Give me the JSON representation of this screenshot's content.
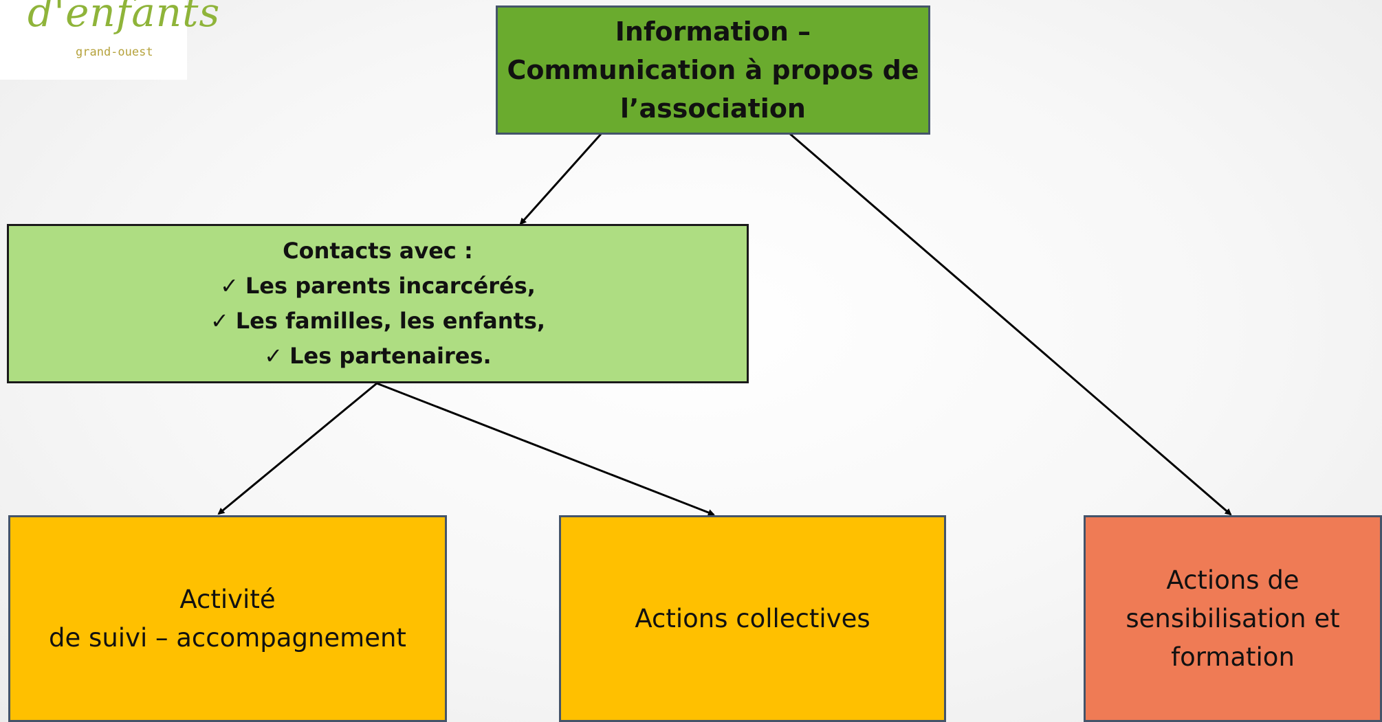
{
  "logo": {
    "script_text": "d'enfants",
    "sub_text": "grand-ouest"
  },
  "top_box": {
    "lines": [
      "Information –",
      "Communication à propos de",
      "l’association"
    ]
  },
  "contacts_box": {
    "heading": "Contacts avec :",
    "check_glyph": "✓",
    "items": [
      "Les parents incarcérés,",
      "Les familles, les enfants,",
      "Les partenaires."
    ]
  },
  "suivi_box": {
    "lines": [
      "Activité",
      "de suivi – accompagnement"
    ]
  },
  "collectives_box": {
    "lines": [
      "Actions collectives"
    ]
  },
  "sensibilisation_box": {
    "lines": [
      "Actions de",
      "sensibilisation et",
      "formation"
    ]
  },
  "colors": {
    "top_box": "#6aab2e",
    "contacts_box": "#aedd82",
    "action_boxes": "#ffc000",
    "sensibilisation_box": "#ef7b55",
    "box_border": "#44546a",
    "arrow": "#000000"
  }
}
